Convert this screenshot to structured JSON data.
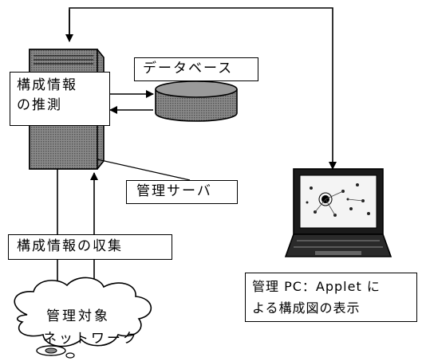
{
  "server": {
    "estimate_line1": "構成情報",
    "estimate_line2": "の推測",
    "label": "管理サーバ"
  },
  "database": {
    "label": "データベース"
  },
  "collection": {
    "label": "構成情報の収集"
  },
  "network": {
    "line1": "管理対象",
    "line2": "ネットワーク"
  },
  "client": {
    "line1": "管理 PC：Applet に",
    "line2": "よる構成図の表示"
  }
}
